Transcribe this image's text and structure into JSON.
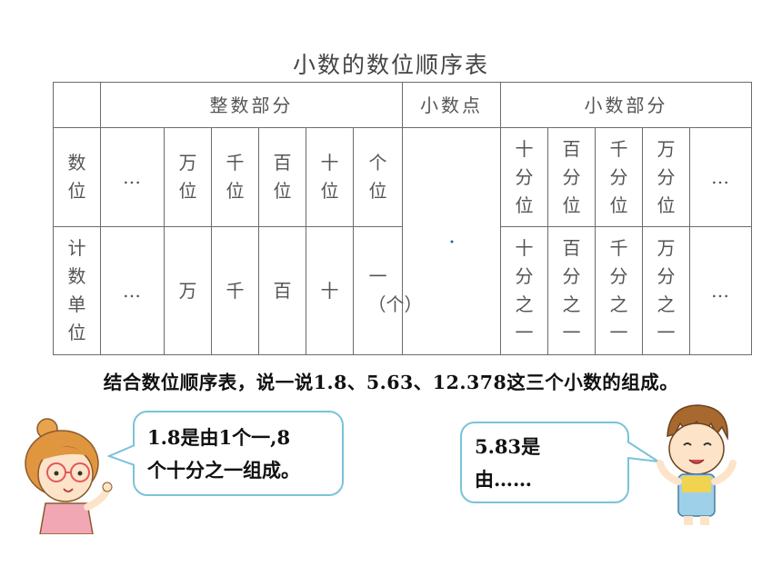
{
  "title": "小数的数位顺序表",
  "table": {
    "integer_part_label": "整数部分",
    "decimal_point_label": "小数点",
    "decimal_part_label": "小数部分",
    "digit_row_label": "数位",
    "unit_row_label": "计数单位",
    "ellipsis": "…",
    "integer_places": [
      "万位",
      "千位",
      "百位",
      "十位",
      "个位"
    ],
    "decimal_places": [
      "十分位",
      "百分位",
      "千分位",
      "万分位"
    ],
    "integer_units": [
      "万",
      "千",
      "百",
      "十",
      "一（个）"
    ],
    "decimal_units": [
      "十分之一",
      "百分之一",
      "千分之一",
      "万分之一"
    ]
  },
  "instruction": "结合数位顺序表，说一说1.8、5.63、12.378这三个小数的组成。",
  "girl_speech": {
    "line1": "1.8是由1个一,8",
    "line2": "个十分之一组成。"
  },
  "boy_speech": {
    "line1": "5.83是",
    "line2": "由……"
  },
  "colors": {
    "table_border": "#6b6b6b",
    "bubble_border": "#7ac3d8",
    "decimal_dot": "#1a6aa8"
  }
}
